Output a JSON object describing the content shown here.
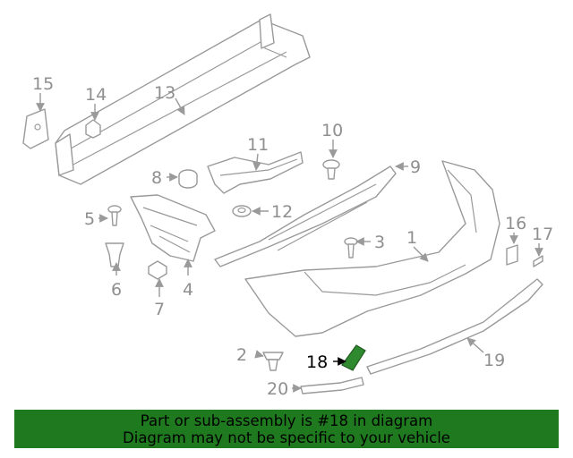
{
  "callouts": [
    {
      "id": "c1",
      "label": "1"
    },
    {
      "id": "c2",
      "label": "2"
    },
    {
      "id": "c3",
      "label": "3"
    },
    {
      "id": "c4",
      "label": "4"
    },
    {
      "id": "c5",
      "label": "5"
    },
    {
      "id": "c6",
      "label": "6"
    },
    {
      "id": "c7",
      "label": "7"
    },
    {
      "id": "c8",
      "label": "8"
    },
    {
      "id": "c9",
      "label": "9"
    },
    {
      "id": "c10",
      "label": "10"
    },
    {
      "id": "c11",
      "label": "11"
    },
    {
      "id": "c12",
      "label": "12"
    },
    {
      "id": "c13",
      "label": "13"
    },
    {
      "id": "c14",
      "label": "14"
    },
    {
      "id": "c15",
      "label": "15"
    },
    {
      "id": "c16",
      "label": "16"
    },
    {
      "id": "c17",
      "label": "17"
    },
    {
      "id": "c18",
      "label": "18"
    },
    {
      "id": "c19",
      "label": "19"
    },
    {
      "id": "c20",
      "label": "20"
    }
  ],
  "highlighted_part": "18",
  "colors": {
    "highlight": "#2f8a2f",
    "banner": "#1f7a1f",
    "parts": "#9a9a9a"
  },
  "banner": {
    "line1": "Part or sub-assembly is #18 in diagram",
    "line2": "Diagram may not be specific to your vehicle"
  }
}
